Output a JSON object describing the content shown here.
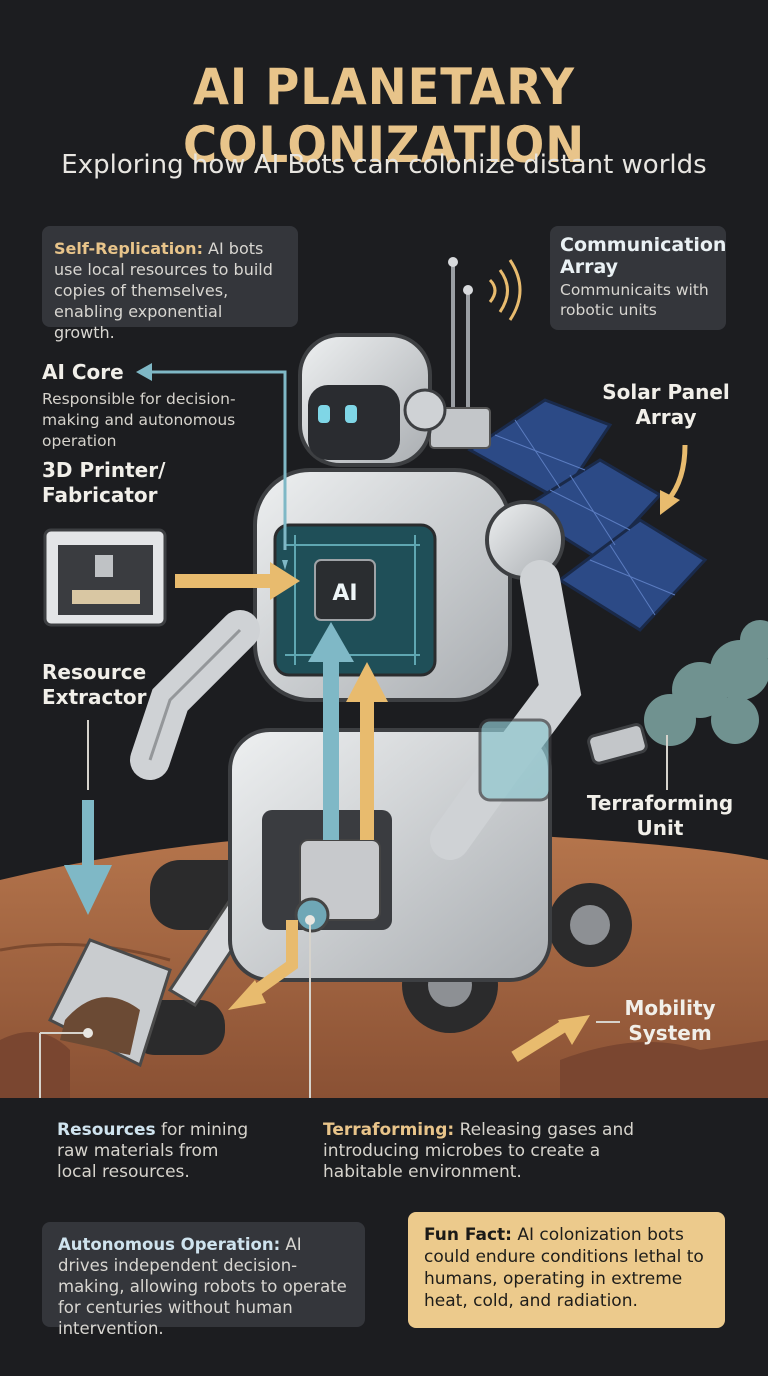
{
  "header": {
    "title": "AI PLANETARY COLONIZATION",
    "subtitle": "Exploring how AI Bots can colonize distant worlds"
  },
  "callouts": {
    "self_replication": {
      "label": "Self-Replication:",
      "text": " AI bots use local resources to build copies of themselves, enabling exponential growth."
    },
    "communication": {
      "title": "Communication Array",
      "text": "Communicaits with robotic units"
    },
    "ai_core": {
      "title": "AI Core",
      "text": "Responsible for decision-making and autonomous operation"
    },
    "solar": {
      "title": "Solar Panel Array"
    },
    "printer": {
      "title": "3D Printer/ Fabricator"
    },
    "extractor": {
      "title": "Resource Extractor"
    },
    "terraforming_unit": {
      "title": "Terraforming Unit"
    },
    "mobility": {
      "title": "Mobility System"
    },
    "chip_label": "AI"
  },
  "bottom": {
    "resources": {
      "label": "Resources",
      "text": " for mining raw materials from local resources."
    },
    "terraforming": {
      "label": "Terraforming:",
      "text": " Releasing gases and introducing microbes to create a habitable environment."
    },
    "autonomous": {
      "label": "Autonomous Operation:",
      "text": " AI drives independent decision-making, allowing robots to operate for centuries without human intervention."
    },
    "fun_fact": {
      "label": "Fun Fact:",
      "text": " AI colonization bots could endure conditions lethal to humans, operating in extreme heat, cold, and radiation."
    }
  },
  "colors": {
    "background": "#1c1d20",
    "title_gold": "#e8c48a",
    "arrow_blue": "#7fb8c6",
    "arrow_gold": "#e8bb6e",
    "ground": "#a0633f",
    "fun_fact_bg": "#ecca8c"
  }
}
